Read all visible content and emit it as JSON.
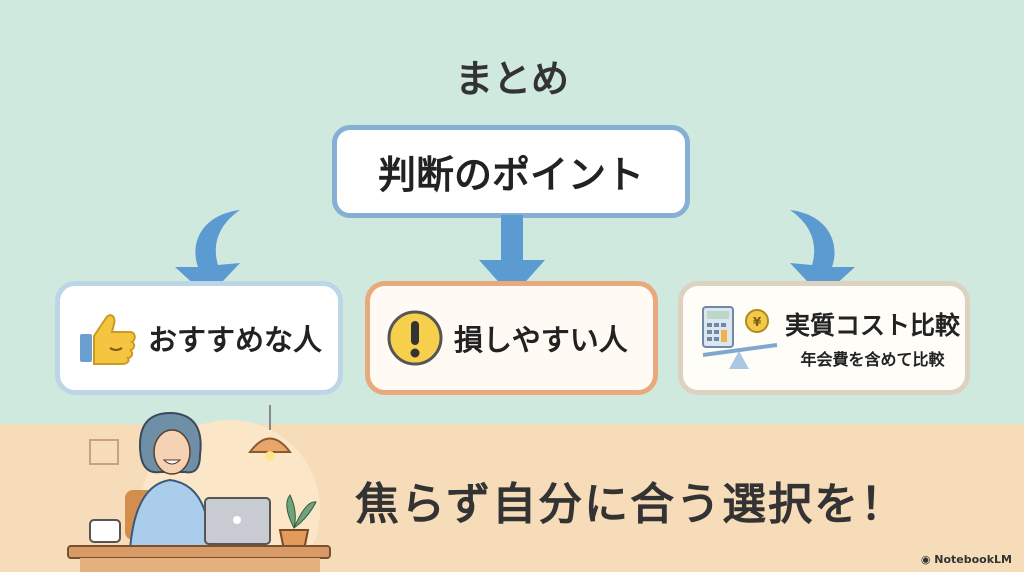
{
  "title": "まとめ",
  "center_box": "判断のポイント",
  "cards": [
    {
      "icon": "thumbs-up-icon",
      "label": "おすすめな人"
    },
    {
      "icon": "exclamation-icon",
      "label": "損しやすい人"
    },
    {
      "icon": "calculator-scale-icon",
      "label": "実質コスト比較",
      "sublabel": "年会費を含めて比較"
    }
  ],
  "message": "焦らず自分に合う選択を！",
  "watermark": "NotebookLM",
  "colors": {
    "arrow": "#5b9bd1",
    "bg_top": "#cfe9df",
    "bg_bottom": "#f7dcb9"
  }
}
